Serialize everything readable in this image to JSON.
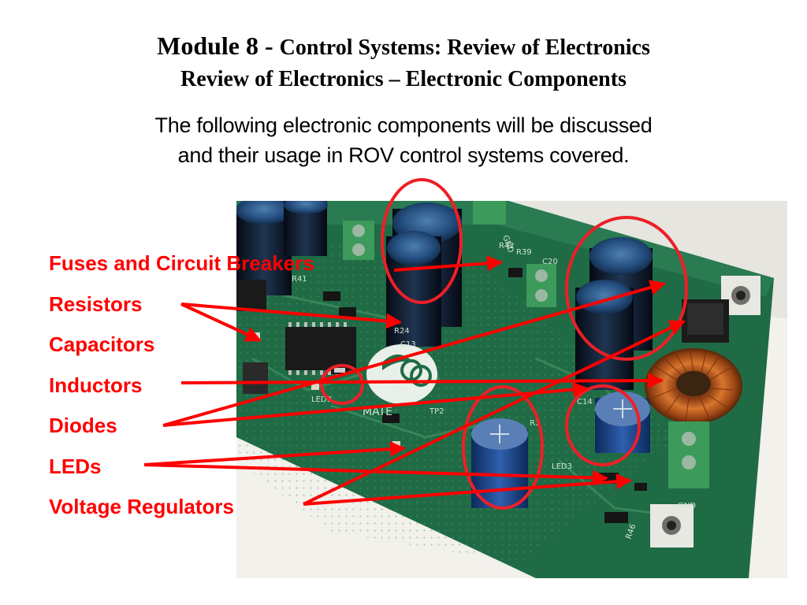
{
  "slide": {
    "title_module": "Module 8 - ",
    "title_rest": "Control Systems: Review of Electronics",
    "subtitle": "Review of Electronics – Electronic Components",
    "intro_line1": "The following electronic components will be discussed",
    "intro_line2": "and their usage in ROV control systems covered.",
    "components": [
      "Fuses and Circuit Breakers",
      "Resistors",
      "Capacitors",
      "Inductors",
      "Diodes",
      "LEDs",
      "Voltage Regulators"
    ],
    "pcb_labels": {
      "gnd_top": "GND",
      "gnd_bottom": "GND",
      "mate": "MATE",
      "tp2": "TP2",
      "led9": "LED9",
      "c14": "C14",
      "c20": "C20",
      "c13": "C13",
      "r42": "R42",
      "r39": "R39",
      "r3": "R3",
      "r46": "R46",
      "r41": "R41",
      "r24": "R24",
      "led3": "LED3"
    },
    "colors": {
      "accent": "#ff0000",
      "pcb_green": "#1f6b45",
      "text": "#000000"
    }
  }
}
